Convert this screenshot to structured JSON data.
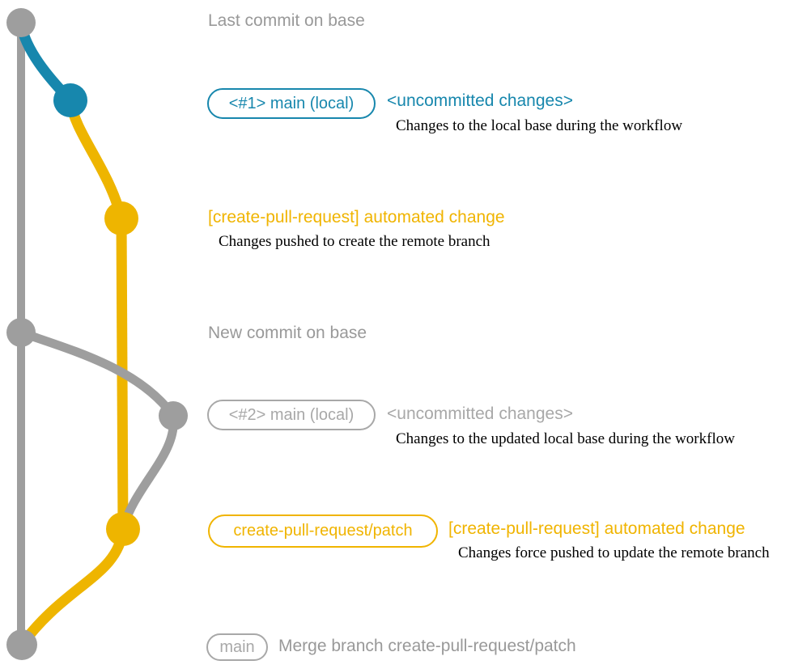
{
  "colors": {
    "teal": "#1787ad",
    "yellow": "#eeb500",
    "yellow_text": "#f0b400",
    "gray_line": "#9e9e9e",
    "gray_text": "#999999",
    "gray_badge": "#a8a8a8",
    "desc_text": "#000000",
    "background": "#ffffff"
  },
  "annotations": {
    "last_commit_label": "Last commit on base",
    "new_commit_label": "New commit on base"
  },
  "rows": {
    "main_local_1": {
      "badge": "<#1> main (local)",
      "title": "<uncommitted changes>",
      "description": "Changes to the local base during the workflow"
    },
    "automated_change_1": {
      "title": "[create-pull-request] automated change",
      "description": "Changes pushed to create the remote branch"
    },
    "main_local_2": {
      "badge": "<#2> main (local)",
      "title": "<uncommitted changes>",
      "description": "Changes to the updated local base during the workflow"
    },
    "patch_branch": {
      "badge": "create-pull-request/patch",
      "title": "[create-pull-request] automated change",
      "description": "Changes force pushed to update the remote branch"
    },
    "merge": {
      "badge": "main",
      "title": "Merge branch create-pull-request/patch"
    }
  },
  "graph": {
    "branches": [
      {
        "name": "base",
        "color": "gray"
      },
      {
        "name": "main (local)",
        "color": "teal"
      },
      {
        "name": "create-pull-request/patch",
        "color": "yellow"
      }
    ],
    "commits": [
      {
        "id": "base-1",
        "branch": "base"
      },
      {
        "id": "main-1",
        "branch": "main (local)"
      },
      {
        "id": "patch-1",
        "branch": "create-pull-request/patch"
      },
      {
        "id": "base-2",
        "branch": "base"
      },
      {
        "id": "main-2",
        "branch": "main (local)"
      },
      {
        "id": "patch-2",
        "branch": "create-pull-request/patch"
      },
      {
        "id": "merge",
        "branch": "base"
      }
    ]
  }
}
